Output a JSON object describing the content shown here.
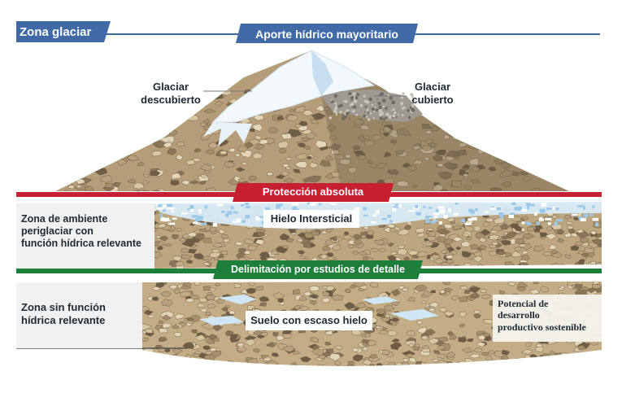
{
  "labels": {
    "zona_glaciar": "Zona glaciar",
    "aporte": "Aporte hídrico mayoritario",
    "glaciar_descubierto": "Glaciar\ndescubierto",
    "glaciar_cubierto": "Glaciar\ncubierto",
    "proteccion": "Protección absoluta",
    "hielo_intersticial": "Hielo Intersticial",
    "zona_periglaciar": "Zona de ambiente\nperiglaciar con\nfunción hídrica relevante",
    "delimitacion": "Delimitación por estudios de detalle",
    "zona_sin_funcion": "Zona sin función\nhídrica relevante",
    "suelo": "Suelo con escaso hielo",
    "potencial": "Potencial de\ndesarrollo\nproductivo sostenible"
  },
  "colors": {
    "blue_banner": "#3f6aa6",
    "red_line": "#c62032",
    "green_line": "#1e7f3a",
    "rock_light": "#c9b48f",
    "rock_dark": "#7f6b50",
    "snow": "#eef6fb",
    "ice": "#a9d0ec"
  }
}
